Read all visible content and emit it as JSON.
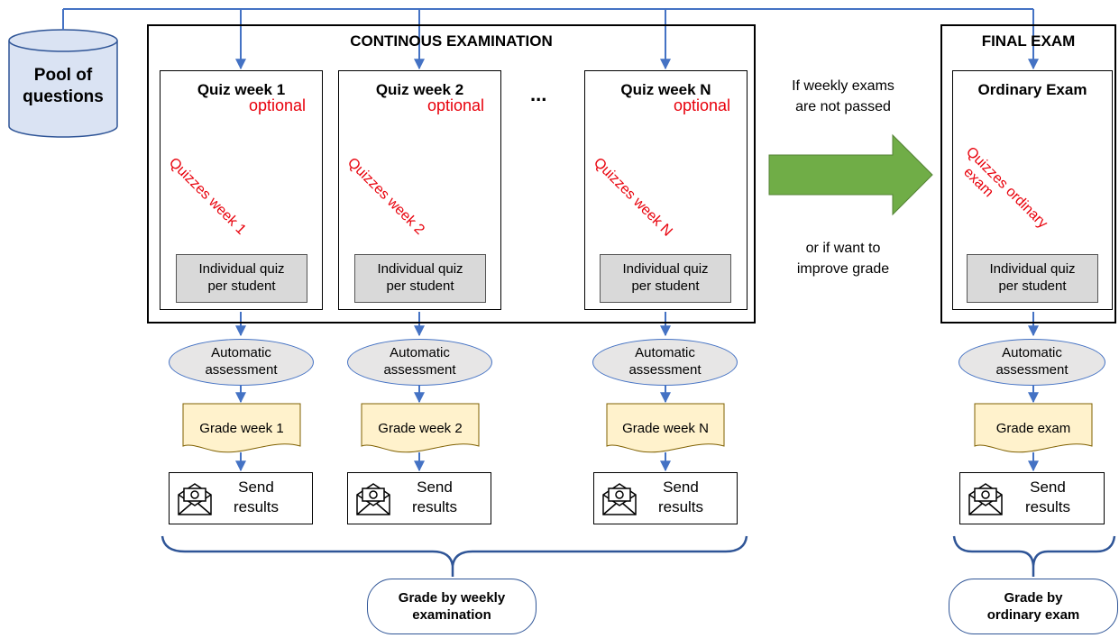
{
  "pool": {
    "label_line1": "Pool of",
    "label_line2": "questions"
  },
  "continuous": {
    "title": "CONTINOUS EXAMINATION",
    "ellipsis": "...",
    "columns": [
      {
        "quiz_title": "Quiz week 1",
        "optional": "optional",
        "rotated_label": "Quizzes week 1",
        "individual_line1": "Individual quiz",
        "individual_line2": "per student",
        "assess_line1": "Automatic",
        "assess_line2": "assessment",
        "grade": "Grade week 1",
        "send_line1": "Send",
        "send_line2": "results"
      },
      {
        "quiz_title": "Quiz week 2",
        "optional": "optional",
        "rotated_label": "Quizzes week 2",
        "individual_line1": "Individual quiz",
        "individual_line2": "per student",
        "assess_line1": "Automatic",
        "assess_line2": "assessment",
        "grade": "Grade week 2",
        "send_line1": "Send",
        "send_line2": "results"
      },
      {
        "quiz_title": "Quiz week N",
        "optional": "optional",
        "rotated_label": "Quizzes week N",
        "individual_line1": "Individual quiz",
        "individual_line2": "per student",
        "assess_line1": "Automatic",
        "assess_line2": "assessment",
        "grade": "Grade week N",
        "send_line1": "Send",
        "send_line2": "results"
      }
    ],
    "result_line1": "Grade by weekly",
    "result_line2": "examination"
  },
  "transition": {
    "line1": "If weekly exams",
    "line2": "are not passed",
    "line3": "or if want to",
    "line4": "improve grade",
    "arrow_color": "#70ad47"
  },
  "final": {
    "title": "FINAL EXAM",
    "quiz_title": "Ordinary Exam",
    "rotated_label_line1": "Quizzes ordinary",
    "rotated_label_line2": "exam",
    "individual_line1": "Individual quiz",
    "individual_line2": "per student",
    "assess_line1": "Automatic",
    "assess_line2": "assessment",
    "grade": "Grade exam",
    "send_line1": "Send",
    "send_line2": "results",
    "result_line1": "Grade by",
    "result_line2": "ordinary exam"
  },
  "colors": {
    "connector": "#4472c4",
    "cylinder_fill": "#dae3f3",
    "cylinder_stroke": "#2f5597",
    "grade_fill": "#fff2cc",
    "individual_fill": "#d9d9d9",
    "assess_fill": "#e7e6e6",
    "optional_text": "#e8000b"
  }
}
